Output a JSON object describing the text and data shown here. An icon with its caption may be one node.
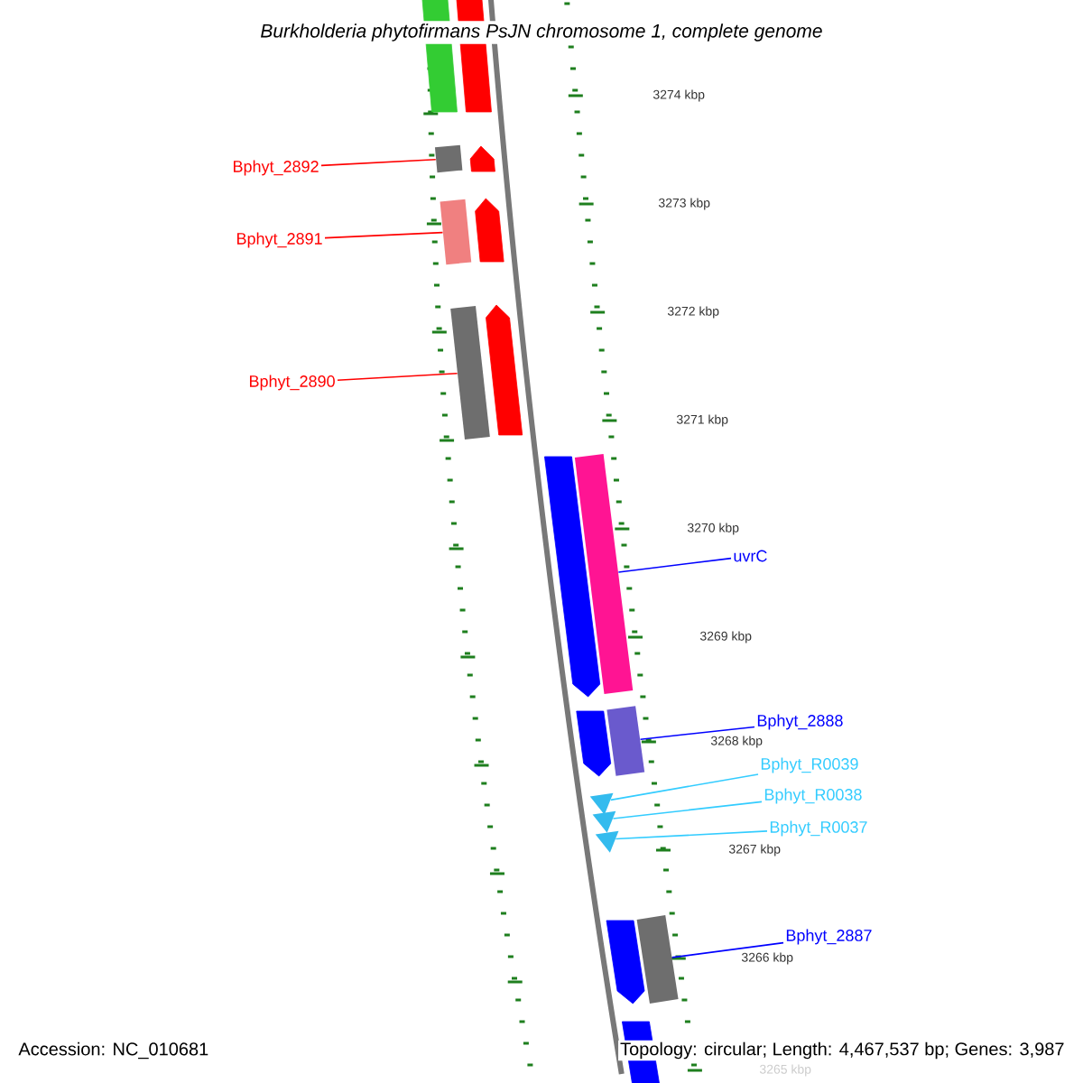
{
  "diagram": {
    "title": "Burkholderia phytofirmans PsJN chromosome 1, complete genome",
    "nodes": [
      {
        "text": [
          "Bphyt_2892"
        ]
      },
      {
        "text": [],
        "shape": "bar"
      },
      {
        "text": [
          "Bphyt_2891"
        ]
      },
      {
        "text": [],
        "shape": "bar"
      },
      {
        "text": [
          "Bphyt_2890"
        ]
      },
      {
        "text": [],
        "shape": "bar"
      },
      {
        "text": [
          "uvrC"
        ]
      },
      {
        "text": [],
        "shape": "bar"
      },
      {
        "text": [
          "Bphyt_2888"
        ]
      },
      {
        "text": [],
        "shape": "bar"
      },
      {
        "text": [
          "Bphyt_R0039"
        ]
      },
      {
        "text": [],
        "shape": "triangle"
      },
      {
        "text": [
          "Bphyt_R0038"
        ]
      },
      {
        "text": [],
        "shape": "triangle"
      },
      {
        "text": [
          "Bphyt_R0037"
        ]
      },
      {
        "text": [],
        "shape": "triangle"
      },
      {
        "text": [
          "Bphyt_2887"
        ]
      },
      {
        "text": [],
        "shape": "bar"
      },
      {
        "text": [],
        "shape": "bar"
      },
      {
        "text": [],
        "shape": "bar"
      },
      {
        "text": [],
        "shape": "bar"
      },
      {
        "text": [],
        "shape": "bar"
      },
      {
        "text": [],
        "shape": "bar"
      },
      {
        "text": [],
        "shape": "bar"
      },
      {
        "text": [],
        "shape": "bar"
      },
      {
        "text": [],
        "shape": "bar"
      },
      {
        "text": [],
        "shape": "bar"
      }
    ],
    "edges": [
      {
        "from": 0,
        "to": 1,
        "arrow": "none",
        "color": "#ff0000"
      },
      {
        "from": 2,
        "to": 3,
        "arrow": "none",
        "color": "#ff0000"
      },
      {
        "from": 4,
        "to": 5,
        "arrow": "none",
        "color": "#ff0000"
      },
      {
        "from": 6,
        "to": 7,
        "arrow": "none",
        "color": "#0000ff"
      },
      {
        "from": 8,
        "to": 9,
        "arrow": "none",
        "color": "#0000ff"
      },
      {
        "from": 10,
        "to": 11,
        "arrow": "none",
        "color": "#33ccff"
      },
      {
        "from": 12,
        "to": 13,
        "arrow": "none",
        "color": "#33ccff"
      },
      {
        "from": 14,
        "to": 15,
        "arrow": "none",
        "color": "#33ccff"
      },
      {
        "from": 16,
        "to": 17,
        "arrow": "none",
        "color": "#0000ff"
      }
    ],
    "labels": [
      "3274 kbp",
      "3273 kbp",
      "3272 kbp",
      "3271 kbp",
      "3270 kbp",
      "3269 kbp",
      "3268 kbp",
      "3267 kbp",
      "3266 kbp",
      "3265 kbp",
      "Accession: NC_010681",
      "Topology: circular; Length: 4,467,537 bp; Genes: 3,987"
    ]
  }
}
